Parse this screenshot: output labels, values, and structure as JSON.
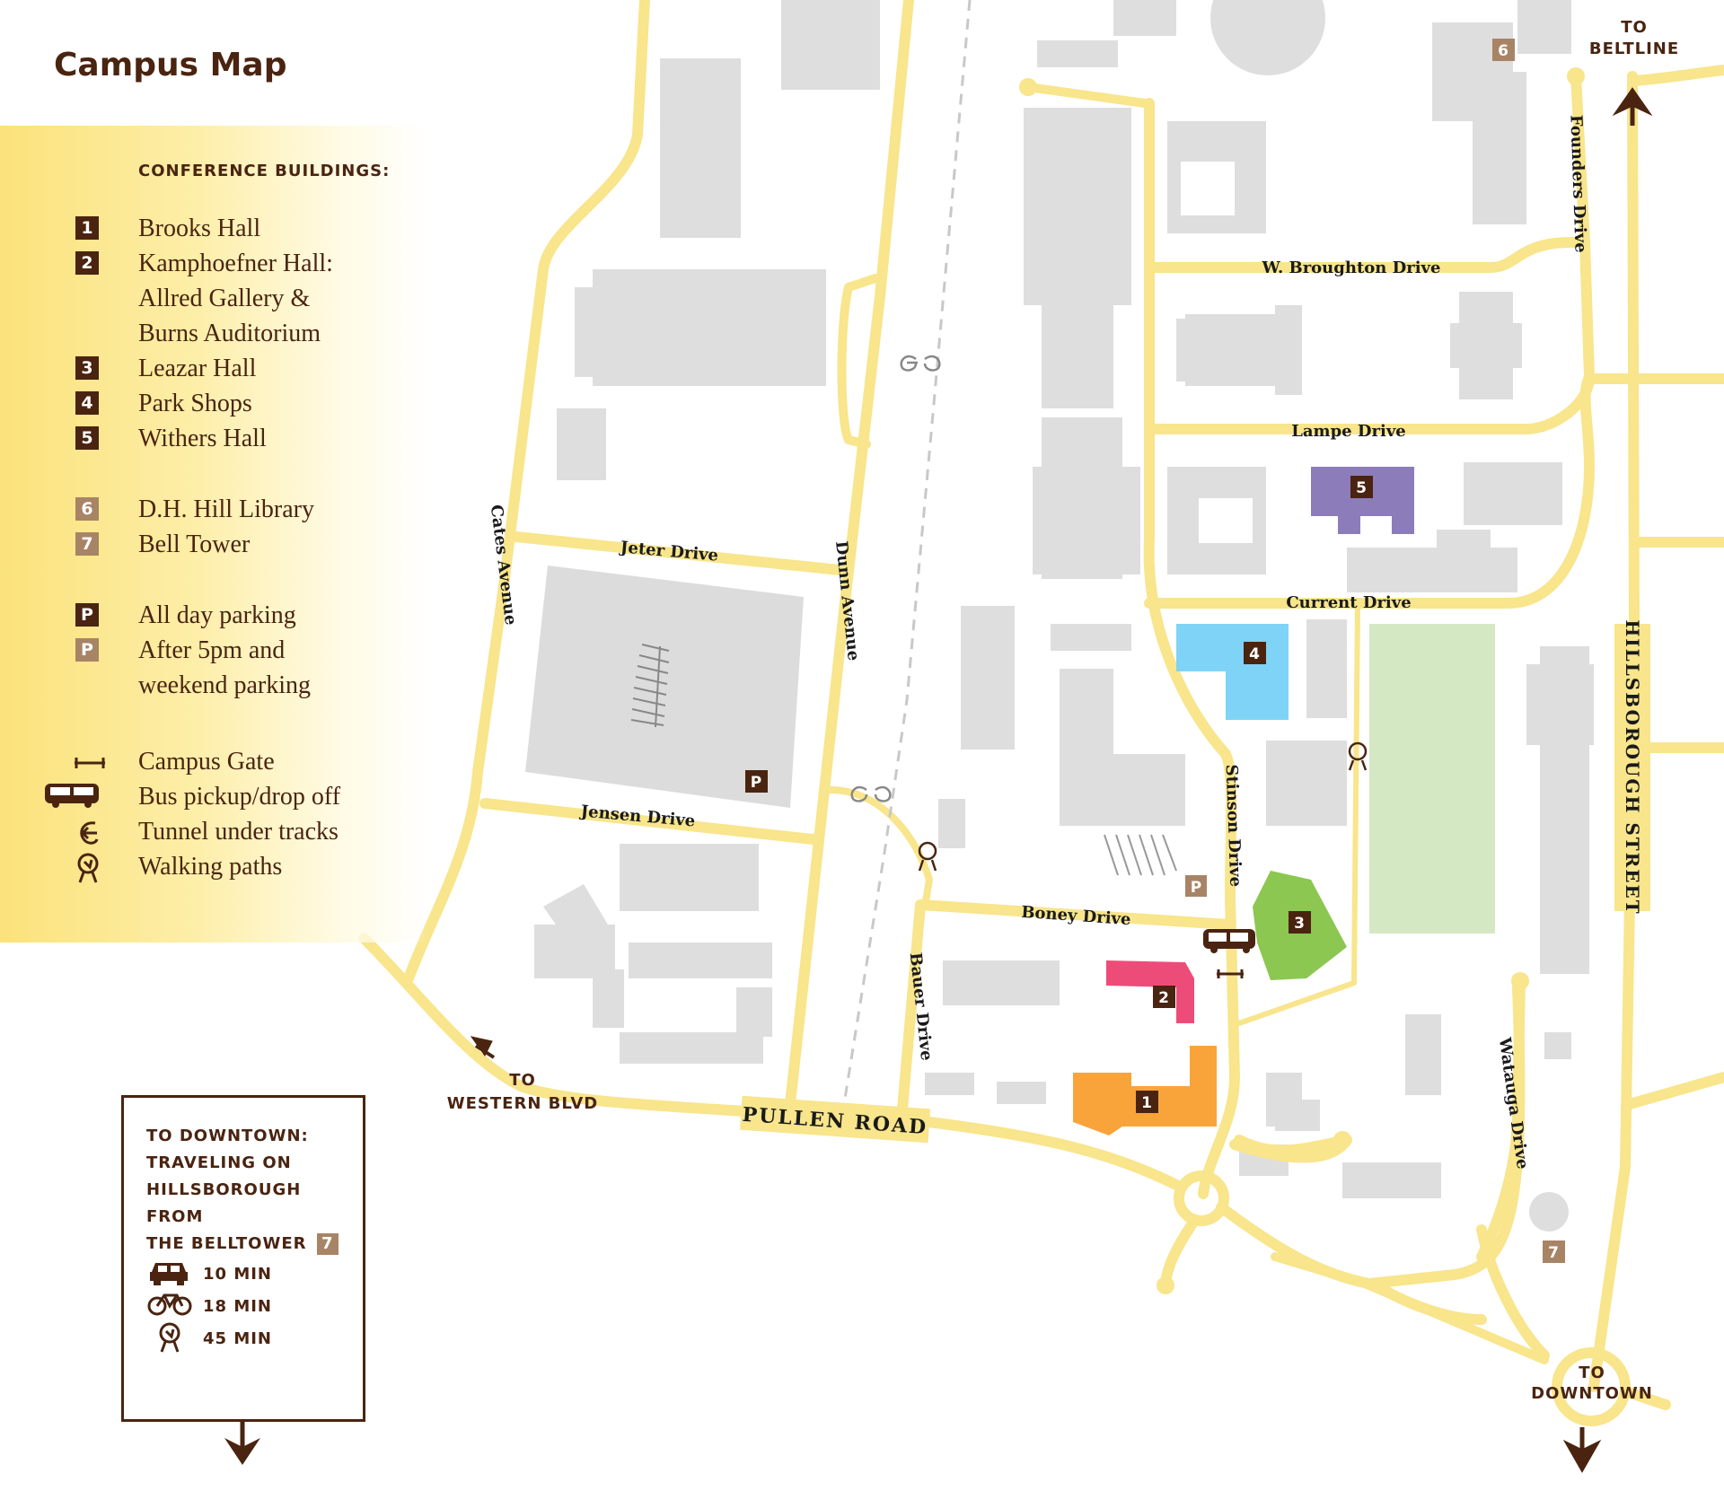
{
  "title": "Campus Map",
  "legend": {
    "heading": "CONFERENCE BUILDINGS:",
    "buildings": [
      {
        "num": "1",
        "label": "Brooks Hall"
      },
      {
        "num": "2",
        "label": "Kamphoefner Hall:"
      },
      {
        "num": "",
        "label": "Allred Gallery &"
      },
      {
        "num": "",
        "label": "Burns Auditorium"
      },
      {
        "num": "3",
        "label": "Leazar Hall"
      },
      {
        "num": "4",
        "label": "Park Shops"
      },
      {
        "num": "5",
        "label": "Withers Hall"
      }
    ],
    "landmarks": [
      {
        "num": "6",
        "label": "D.H. Hill Library"
      },
      {
        "num": "7",
        "label": "Bell Tower"
      }
    ],
    "parking": [
      {
        "icon": "P",
        "label": "All day parking"
      },
      {
        "icon": "P",
        "label": "After 5pm and"
      },
      {
        "icon": "",
        "label": "weekend parking"
      }
    ],
    "symbols": [
      {
        "icon": "gate-icon",
        "label": "Campus Gate"
      },
      {
        "icon": "bus-icon",
        "label": "Bus pickup/drop off"
      },
      {
        "icon": "tunnel-icon",
        "label": "Tunnel under tracks"
      },
      {
        "icon": "walker-icon",
        "label": "Walking paths"
      }
    ]
  },
  "streets": {
    "cates": "Cates Avenue",
    "dunn": "Dunn Avenue",
    "jeter": "Jeter Drive",
    "jensen": "Jensen Drive",
    "pullen": "PULLEN ROAD",
    "boney": "Boney Drive",
    "bauer": "Bauer Drive",
    "stinson": "Stinson Drive",
    "broughton": "W. Broughton Drive",
    "lampe": "Lampe Drive",
    "current": "Current Drive",
    "founders": "Founders Drive",
    "hillsborough": "HILLSBOROUGH STREET",
    "watauga": "Watauga Drive"
  },
  "directions": {
    "beltline": [
      "TO",
      "BELTLINE"
    ],
    "western": [
      "TO",
      "WESTERN BLVD"
    ],
    "downtown": [
      "TO",
      "DOWNTOWN"
    ]
  },
  "building_markers": {
    "b1": "1",
    "b2": "2",
    "b3": "3",
    "b4": "4",
    "b5": "5",
    "b6": "6",
    "b7": "7",
    "parking_p": "P"
  },
  "colors": {
    "road": "#f8e58c",
    "building_gray": "#dedede",
    "brown": "#4a2410",
    "brooks_hall": "#f9a43b",
    "kamphoefner_hall": "#ee4c78",
    "leazar_hall": "#8cc751",
    "park_shops": "#7fd3f7",
    "withers_hall": "#8c7dba",
    "green_field": "#d5e8c4",
    "landmark_marker": "#a88466"
  },
  "downtown_box": {
    "title": [
      "TO DOWNTOWN:",
      "TRAVELING ON",
      "HILLSBOROUGH FROM",
      "THE BELLTOWER"
    ],
    "marker": "7",
    "modes": [
      {
        "icon": "car-icon",
        "time": "10 MIN"
      },
      {
        "icon": "bicycle-icon",
        "time": "18 MIN"
      },
      {
        "icon": "walker-icon",
        "time": "45 MIN"
      }
    ]
  }
}
